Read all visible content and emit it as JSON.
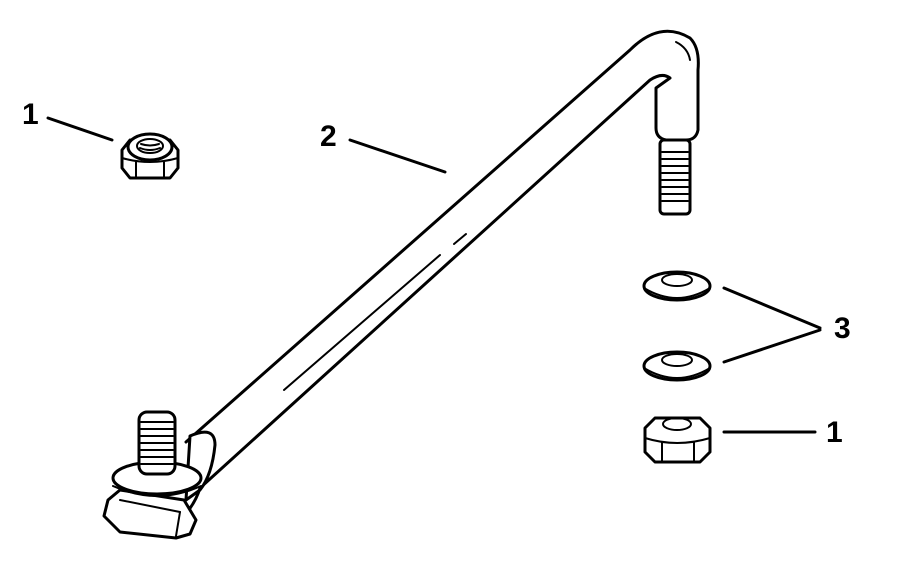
{
  "diagram": {
    "type": "exploded parts illustration",
    "subject": "steering link rod assembly",
    "callouts": [
      {
        "id": "callout-1-top",
        "label": "1",
        "part": "locknut (nylon insert)"
      },
      {
        "id": "callout-2",
        "label": "2",
        "part": "link rod"
      },
      {
        "id": "callout-3",
        "label": "3",
        "part": "flat washers (2)"
      },
      {
        "id": "callout-1-bottom",
        "label": "1",
        "part": "locknut"
      }
    ],
    "colors": {
      "line": "#000000",
      "background": "#ffffff"
    }
  }
}
